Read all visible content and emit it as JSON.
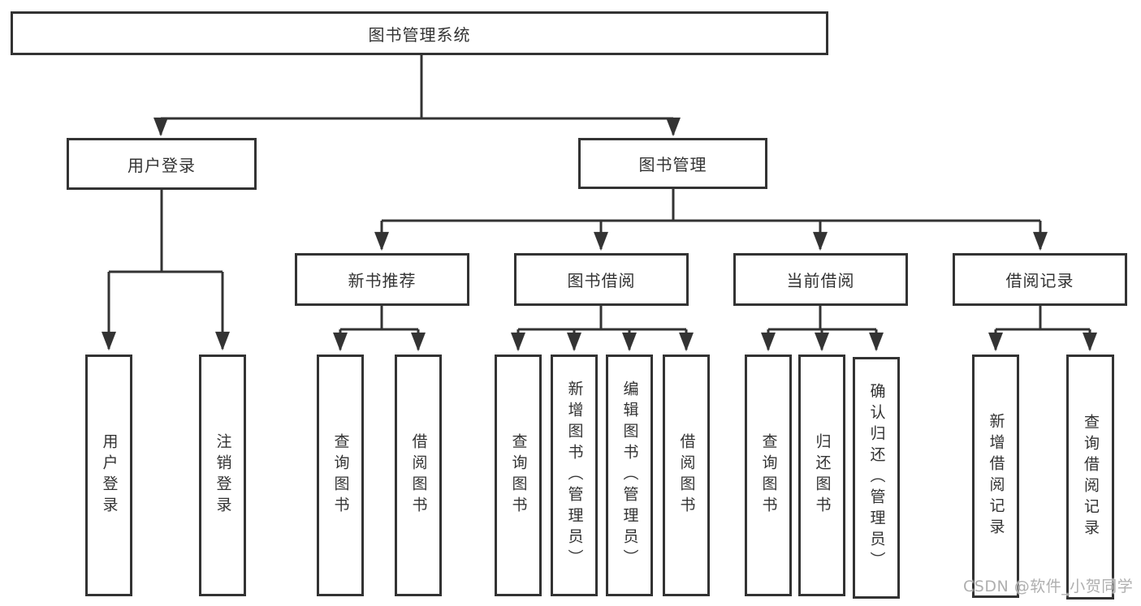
{
  "diagram": {
    "type": "hierarchy-tree",
    "watermark": "CSDN @软件_小贺同学",
    "colors": {
      "line": "#333333",
      "box_border": "#333333",
      "box_fill": "#ffffff",
      "text": "#333333",
      "background": "#ffffff",
      "watermark": "#a8a8a8"
    },
    "tree": {
      "label": "图书管理系统",
      "children": [
        {
          "label": "用户登录",
          "children": [
            {
              "label": "用户登录"
            },
            {
              "label": "注销登录"
            }
          ]
        },
        {
          "label": "图书管理",
          "children": [
            {
              "label": "新书推荐",
              "children": [
                {
                  "label": "查询图书"
                },
                {
                  "label": "借阅图书"
                }
              ]
            },
            {
              "label": "图书借阅",
              "children": [
                {
                  "label": "查询图书"
                },
                {
                  "label": "新增图书（管理员）"
                },
                {
                  "label": "编辑图书（管理员）"
                },
                {
                  "label": "借阅图书"
                }
              ]
            },
            {
              "label": "当前借阅",
              "children": [
                {
                  "label": "查询图书"
                },
                {
                  "label": "归还图书"
                },
                {
                  "label": "确认归还（管理员）"
                }
              ]
            },
            {
              "label": "借阅记录",
              "children": [
                {
                  "label": "新增借阅记录"
                },
                {
                  "label": "查询借阅记录"
                }
              ]
            }
          ]
        }
      ]
    }
  }
}
